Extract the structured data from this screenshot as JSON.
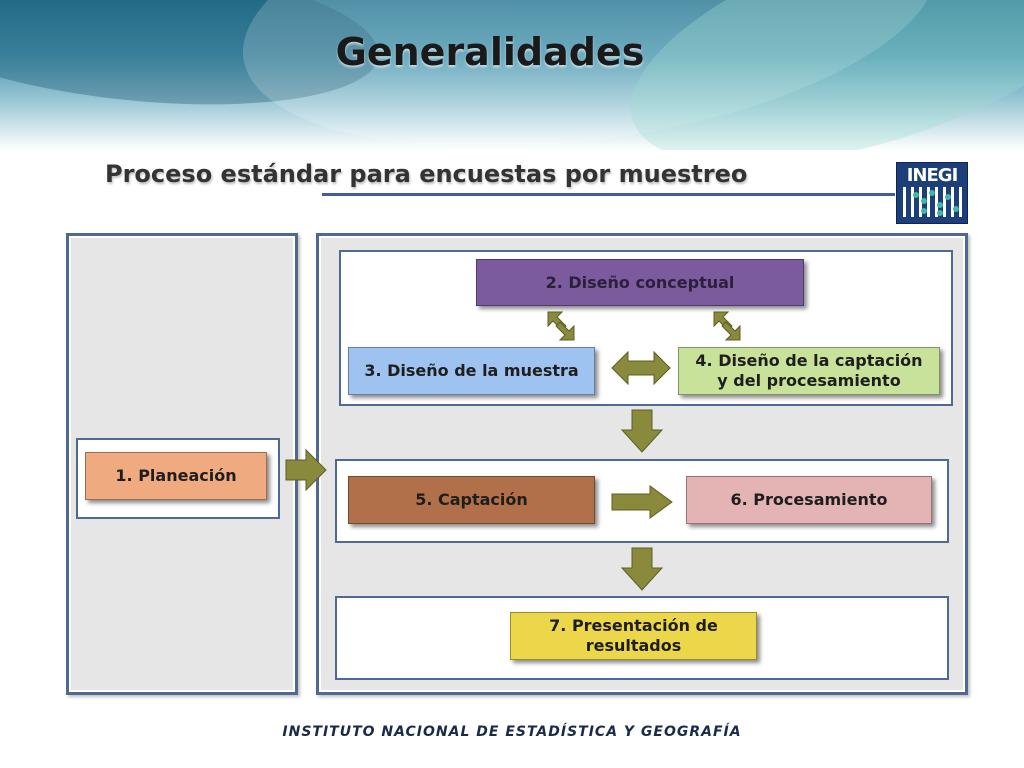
{
  "header": {
    "title": "Generalidades"
  },
  "subtitle": "Proceso estándar para encuestas por muestreo",
  "logo": {
    "text": "INEGI"
  },
  "nodes": {
    "planeacion": "1. Planeación",
    "diseno_conceptual": "2. Diseño conceptual",
    "diseno_muestra": "3. Diseño de la muestra",
    "diseno_captacion": "4. Diseño de la captación y del procesamiento",
    "captacion": "5. Captación",
    "procesamiento": "6. Procesamiento",
    "presentacion": "7. Presentación de resultados"
  },
  "colors": {
    "diseno_conceptual": "#7b5a9e",
    "diseno_muestra": "#9fc3f0",
    "diseno_captacion": "#c9e29a",
    "planeacion": "#f0aa80",
    "captacion": "#b2704a",
    "procesamiento": "#e4b3b3",
    "presentacion": "#ecd64a",
    "arrow": "#8a8a3c"
  },
  "footer": "INSTITUTO NACIONAL  DE ESTADÍSTICA Y GEOGRAFÍA"
}
